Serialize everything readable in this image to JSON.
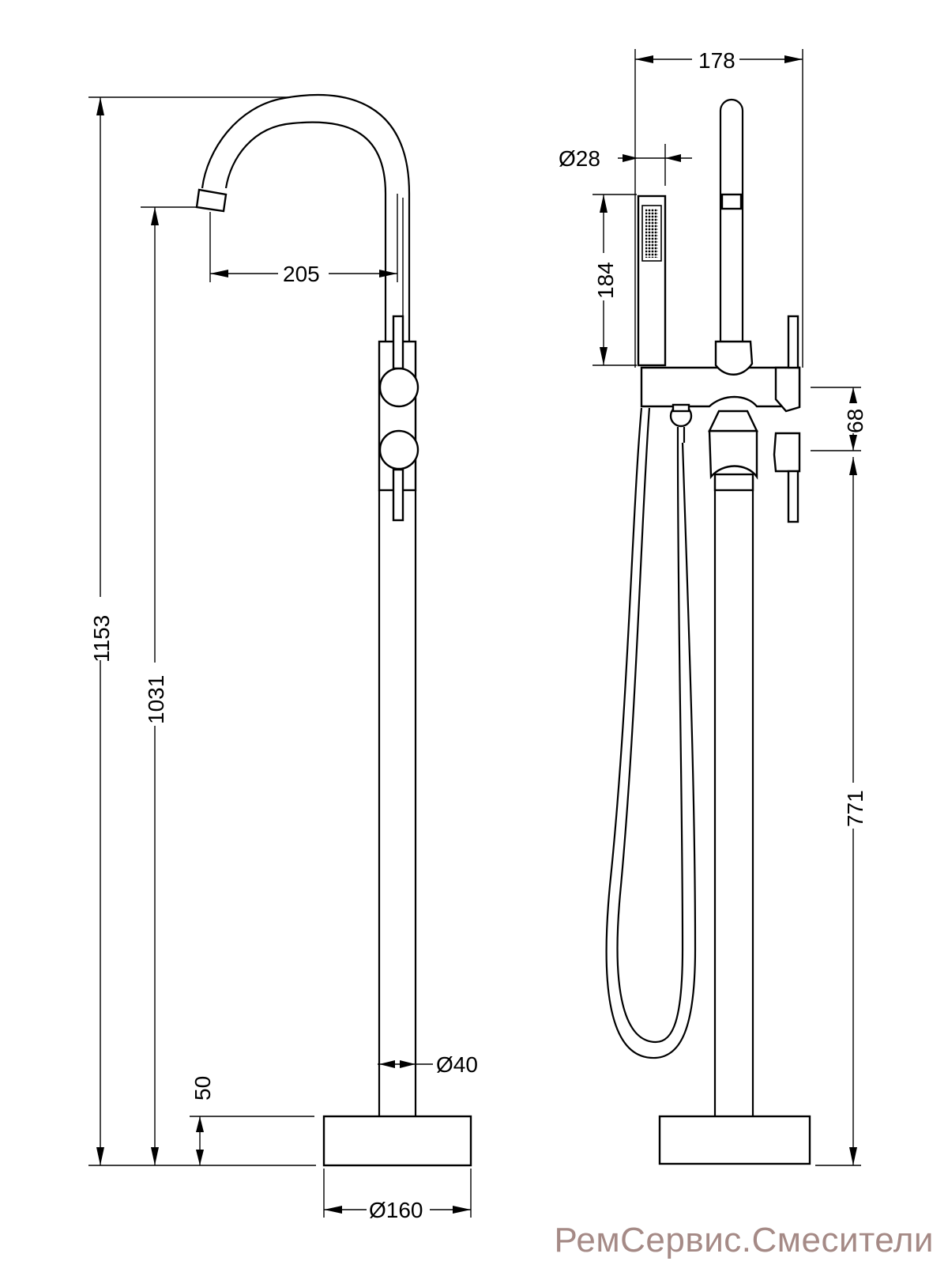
{
  "dimensions": {
    "total_height": "1153",
    "spout_height": "1031",
    "spout_reach": "205",
    "base_height": "50",
    "pipe_diameter": "Ø40",
    "base_diameter": "Ø160",
    "width_side": "178",
    "handshower_diameter": "Ø28",
    "handshower_length": "184",
    "handle_spacing": "68",
    "holder_height": "771"
  },
  "watermark": "РемСервис.Смесители"
}
